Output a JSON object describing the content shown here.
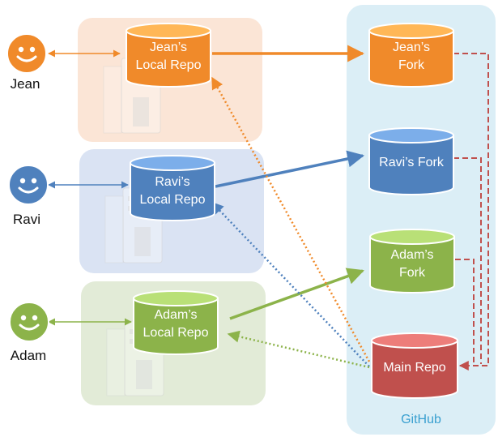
{
  "diagram": {
    "people": [
      {
        "id": "jean",
        "name": "Jean",
        "color": "#f08a2a"
      },
      {
        "id": "ravi",
        "name": "Ravi",
        "color": "#4f81bd"
      },
      {
        "id": "adam",
        "name": "Adam",
        "color": "#8cb34a"
      }
    ],
    "local_repos": [
      {
        "id": "jean-local",
        "line1": "Jean’s",
        "line2": "Local Repo",
        "color": "#f08a2a",
        "panel_color": "#fbe5d6"
      },
      {
        "id": "ravi-local",
        "line1": "Ravi’s",
        "line2": "Local Repo",
        "color": "#4f81bd",
        "panel_color": "#dae3f3"
      },
      {
        "id": "adam-local",
        "line1": "Adam’s",
        "line2": "Local Repo",
        "color": "#8cb34a",
        "panel_color": "#e2ebd7"
      }
    ],
    "github": {
      "label": "GitHub",
      "panel_color": "#dbeef6",
      "repos": [
        {
          "id": "jean-fork",
          "line1": "Jean’s",
          "line2": "Fork",
          "color": "#f08a2a"
        },
        {
          "id": "ravi-fork",
          "line1": "Ravi’s Fork",
          "line2": "",
          "color": "#4f81bd"
        },
        {
          "id": "adam-fork",
          "line1": "Adam’s",
          "line2": "Fork",
          "color": "#8cb34a"
        },
        {
          "id": "main-repo",
          "line1": "Main Repo",
          "line2": "",
          "color": "#c0504d"
        }
      ]
    },
    "pull_request_line_color": "#c0504d"
  }
}
